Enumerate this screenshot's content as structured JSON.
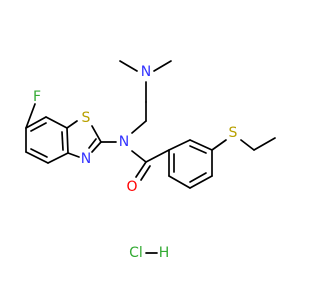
{
  "molecule": {
    "atoms": {
      "n_dimethyl": {
        "label": "N",
        "color": "#3333ff"
      },
      "n_amide": {
        "label": "N",
        "color": "#3333ff"
      },
      "n_thiazole": {
        "label": "N",
        "color": "#3333ff"
      },
      "s_thiazole": {
        "label": "S",
        "color": "#b8a000"
      },
      "s_thioether": {
        "label": "S",
        "color": "#b8a000"
      },
      "fluorine": {
        "label": "F",
        "color": "#33aa33"
      },
      "oxygen": {
        "label": "O",
        "color": "#ff0000"
      }
    },
    "salt": {
      "label": "Cl",
      "h_label": "H",
      "color": "#33aa33"
    }
  }
}
